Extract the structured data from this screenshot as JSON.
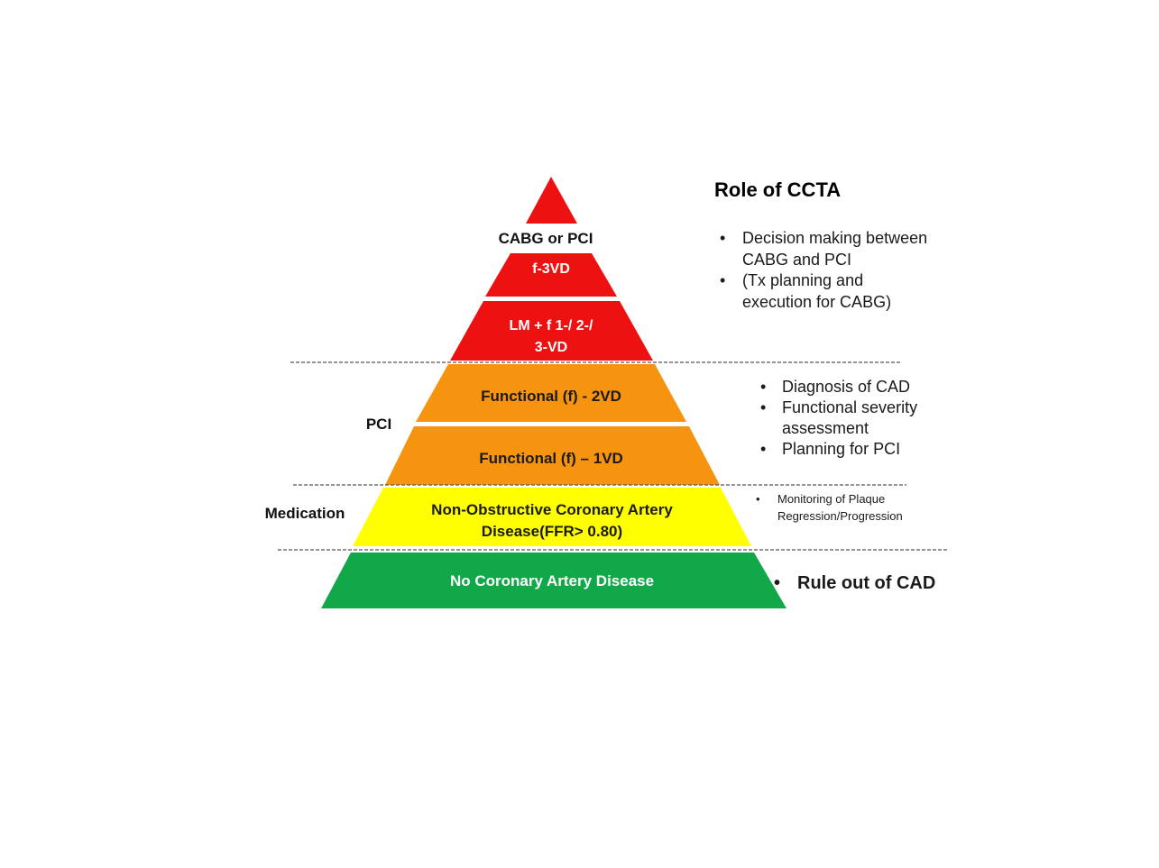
{
  "role_title": "Role of CCTA",
  "tiers": {
    "top": "CABG or PCI",
    "pci": "PCI",
    "medication": "Medication"
  },
  "layers": {
    "f3vd": "f-3VD",
    "lm_line1": "LM + f 1-/ 2-/",
    "lm_line2": "3-VD",
    "f2vd": "Functional (f) - 2VD",
    "f1vd": "Functional (f) – 1VD",
    "nonobs_line1": "Non-Obstructive Coronary Artery",
    "nonobs_line2": "Disease(FFR> 0.80)",
    "nocad": "No Coronary Artery Disease"
  },
  "roles": {
    "cabg": {
      "bullet": "•",
      "lines": [
        "Decision making between",
        "CABG and PCI",
        "(Tx planning and",
        "execution for CABG)"
      ]
    },
    "pci": {
      "bullet": "•",
      "lines": [
        "Diagnosis of CAD",
        "Functional severity",
        "assessment",
        "Planning for PCI"
      ]
    },
    "medication": {
      "bullet": "•",
      "lines": [
        "Monitoring of Plaque",
        "Regression/Progression"
      ]
    },
    "nocad": {
      "bullet": "•",
      "lines": [
        "Rule out of CAD"
      ]
    }
  },
  "colors": {
    "red": "#ee1111",
    "orange": "#f7940f",
    "yellow": "#ffff00",
    "green": "#11a84a"
  }
}
